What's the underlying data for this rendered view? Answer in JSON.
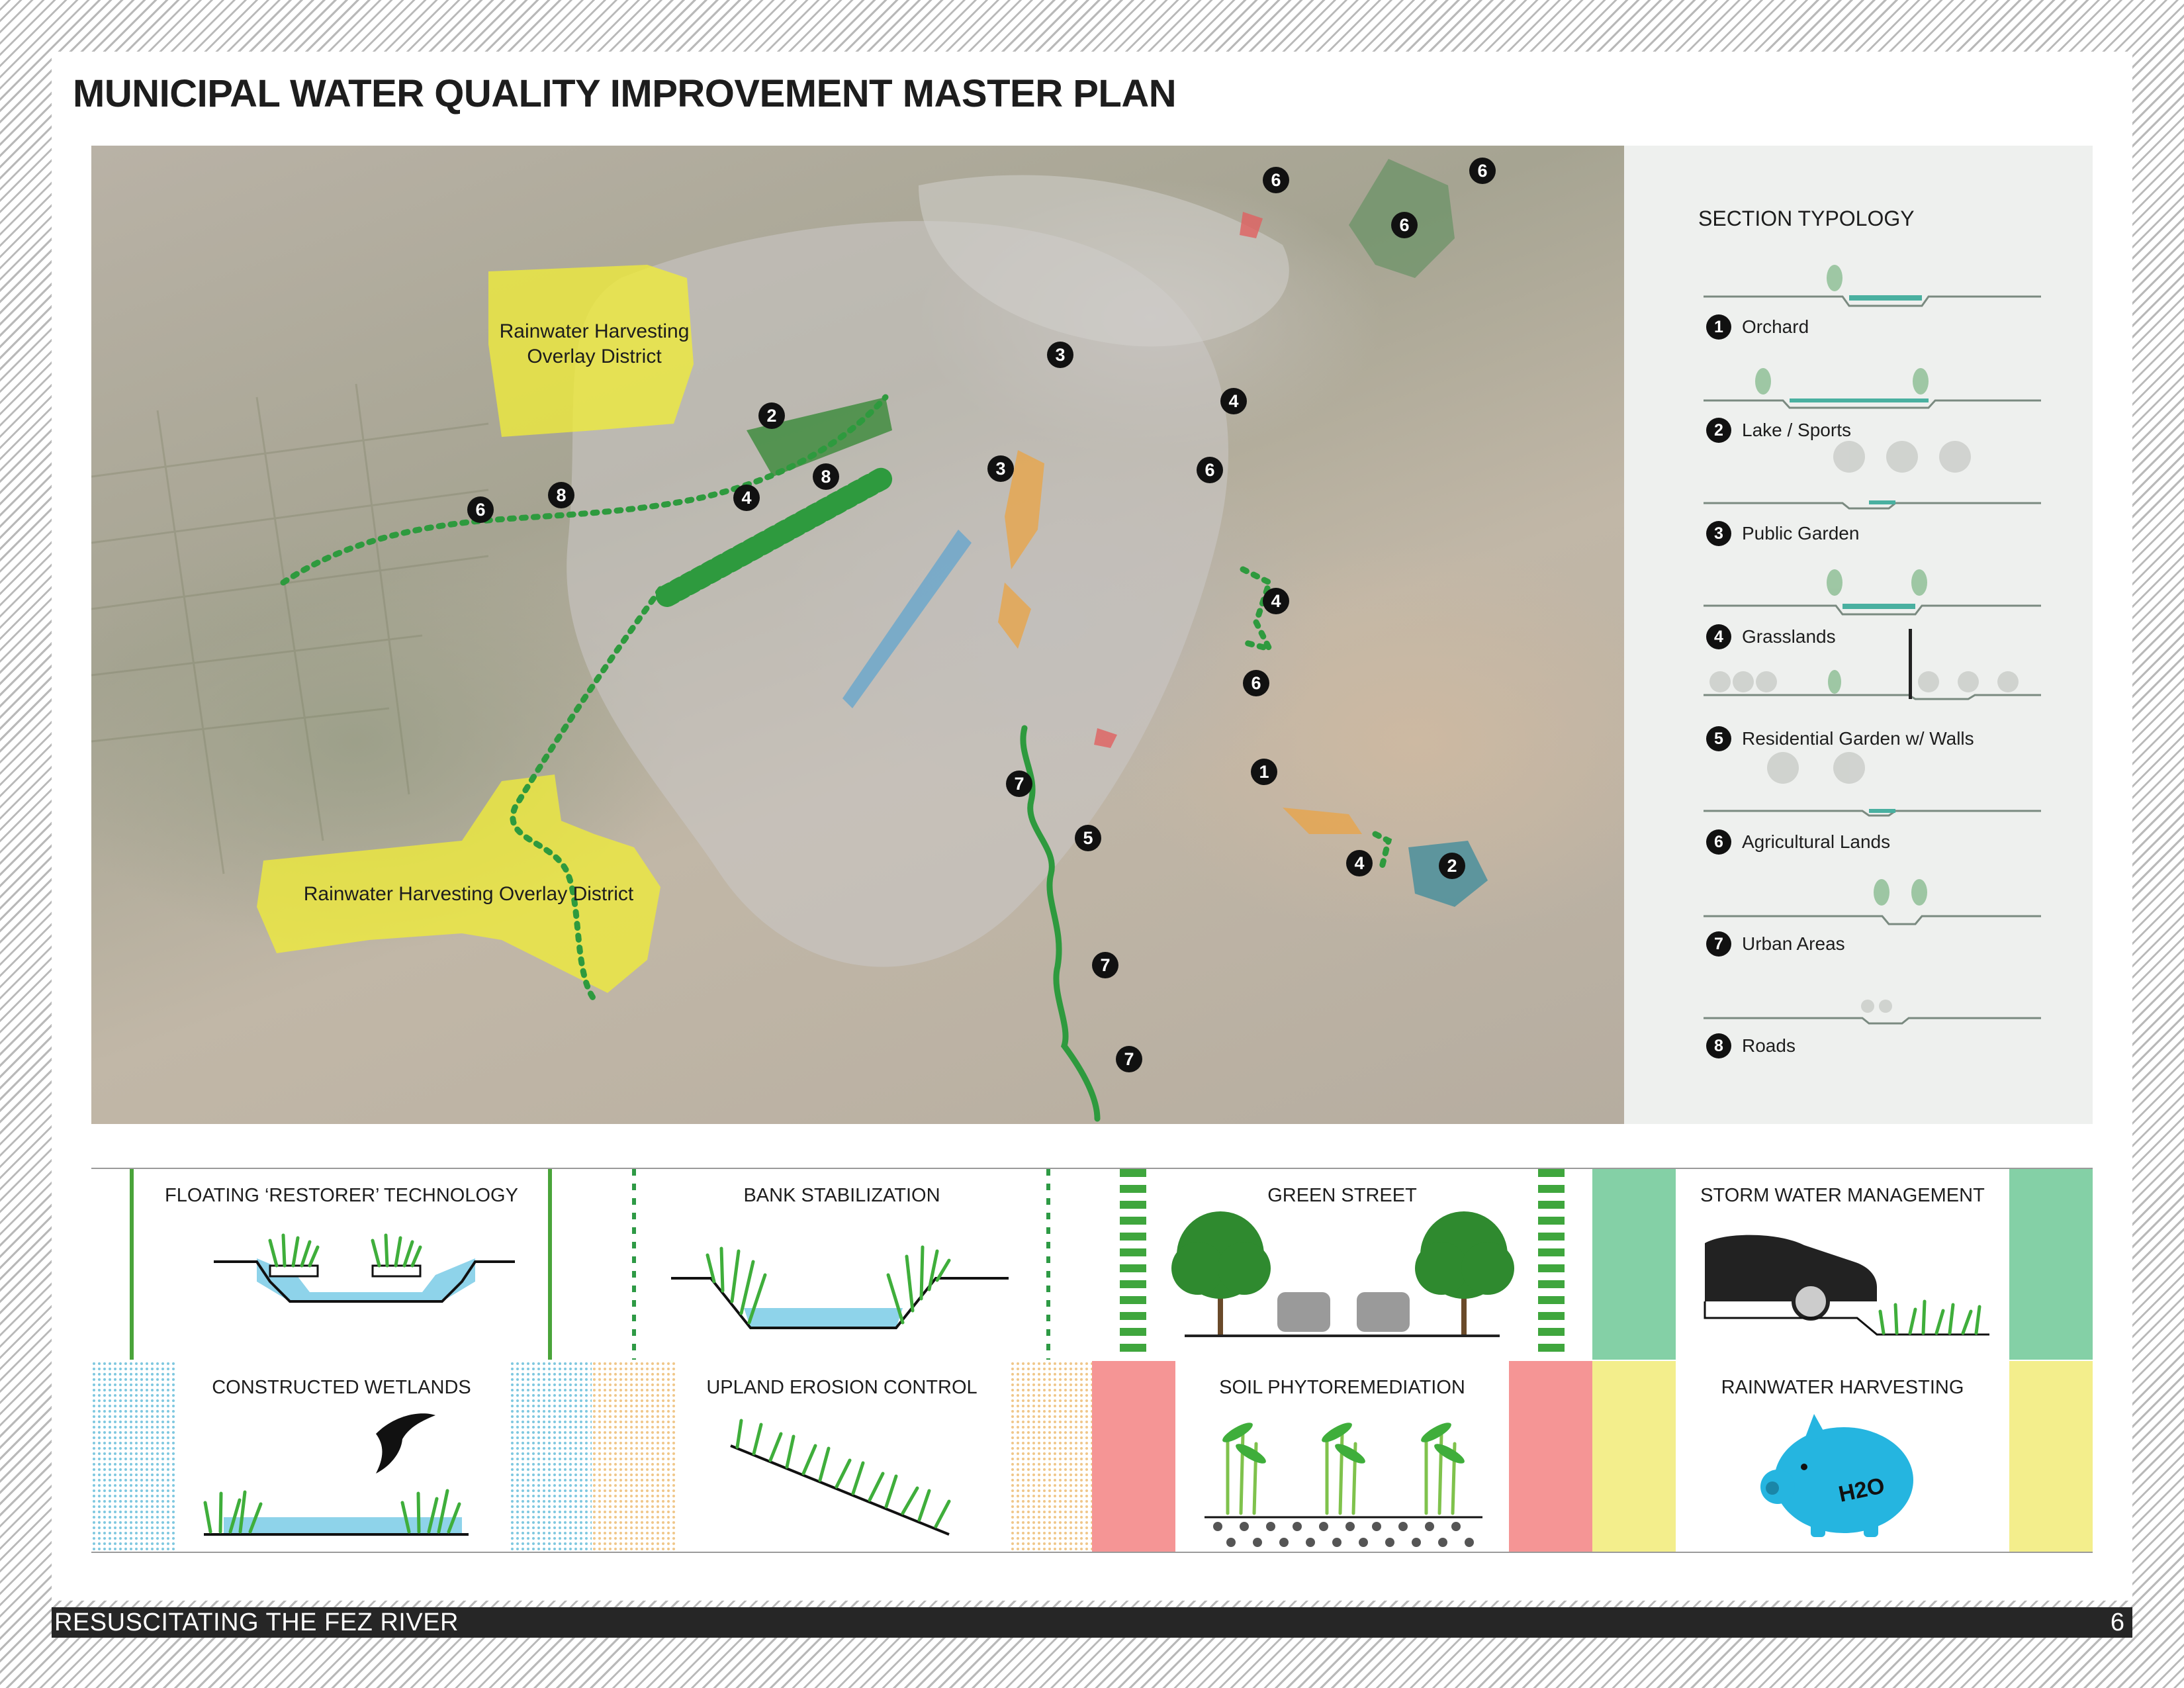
{
  "title": "MUNICIPAL WATER QUALITY IMPROVEMENT MASTER PLAN",
  "map": {
    "overlay_labels": [
      "Rainwater Harvesting\nOverlay District",
      "Rainwater Harvesting Overlay District"
    ],
    "markers": [
      "6",
      "6",
      "6",
      "3",
      "2",
      "4",
      "8",
      "8",
      "6",
      "4",
      "3",
      "6",
      "4",
      "6",
      "1",
      "7",
      "5",
      "4",
      "2",
      "7",
      "7"
    ]
  },
  "legend": {
    "title": "SECTION TYPOLOGY",
    "items": [
      {
        "num": "1",
        "label": "Orchard"
      },
      {
        "num": "2",
        "label": "Lake / Sports"
      },
      {
        "num": "3",
        "label": "Public Garden"
      },
      {
        "num": "4",
        "label": "Grasslands"
      },
      {
        "num": "5",
        "label": "Residential Garden w/ Walls"
      },
      {
        "num": "6",
        "label": "Agricultural Lands"
      },
      {
        "num": "7",
        "label": "Urban Areas"
      },
      {
        "num": "8",
        "label": "Roads"
      }
    ]
  },
  "strategies": [
    {
      "label": "FLOATING ‘RESTORER’ TECHNOLOGY",
      "color": "#4aa43a"
    },
    {
      "label": "BANK STABILIZATION",
      "color": "#2e9a45"
    },
    {
      "label": "GREEN STREET",
      "color": "#3fa63d"
    },
    {
      "label": "STORM WATER MANAGEMENT",
      "color": "#84d0a6"
    },
    {
      "label": "CONSTRUCTED WETLANDS",
      "color": "#7fc8e0"
    },
    {
      "label": "UPLAND EROSION CONTROL",
      "color": "#f0c78a"
    },
    {
      "label": "SOIL PHYTOREMEDIATION",
      "color": "#f59595"
    },
    {
      "label": "RAINWATER HARVESTING",
      "color": "#f3ee8c"
    }
  ],
  "pig_text": "H2O",
  "footer": {
    "title": "RESUSCITATING THE FEZ RIVER",
    "page": "6"
  }
}
